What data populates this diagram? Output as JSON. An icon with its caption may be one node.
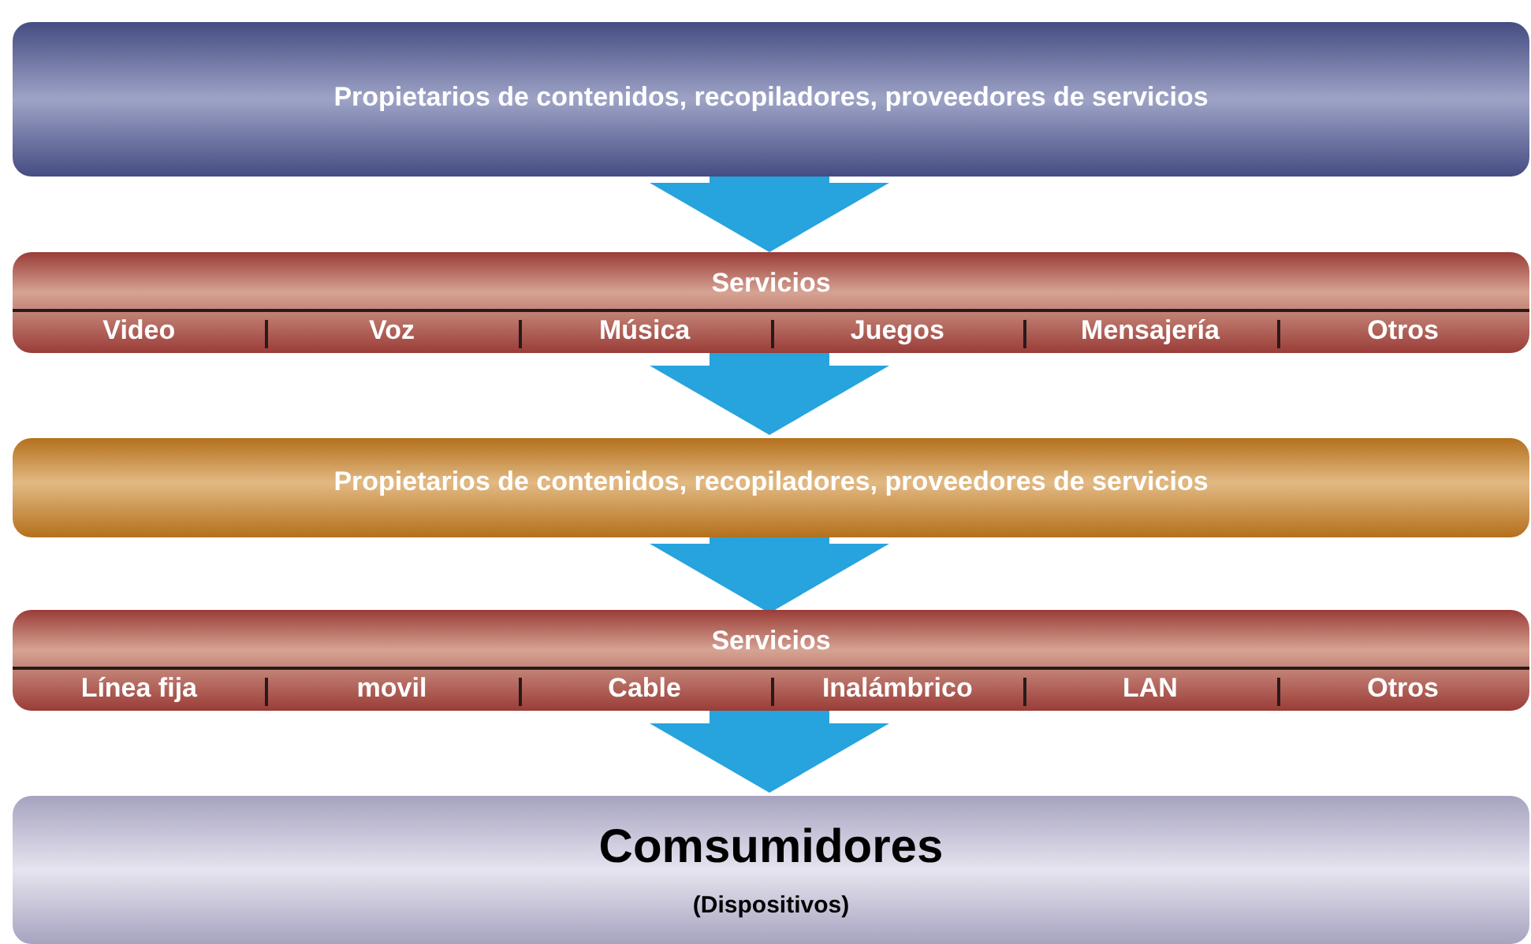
{
  "diagram": {
    "nodes": [
      {
        "text": [
          "Propietarios de contenidos, recopiladores, proveedores de servicios"
        ]
      },
      {
        "text": [
          "Servicios"
        ]
      },
      {
        "text": [
          "Video"
        ],
        "in": 1
      },
      {
        "text": [
          "Voz"
        ],
        "in": 1
      },
      {
        "text": [
          "Música"
        ],
        "in": 1
      },
      {
        "text": [
          "Juegos"
        ],
        "in": 1
      },
      {
        "text": [
          "Mensajería"
        ],
        "in": 1
      },
      {
        "text": [
          "Otros"
        ],
        "in": 1
      },
      {
        "text": [
          "Propietarios de contenidos, recopiladores, proveedores de servicios"
        ]
      },
      {
        "text": [
          "Servicios"
        ]
      },
      {
        "text": [
          "Línea fija"
        ],
        "in": 9
      },
      {
        "text": [
          "movil"
        ],
        "in": 9
      },
      {
        "text": [
          "Cable"
        ],
        "in": 9
      },
      {
        "text": [
          "Inalámbrico"
        ],
        "in": 9
      },
      {
        "text": [
          "LAN"
        ],
        "in": 9
      },
      {
        "text": [
          "Otros"
        ],
        "in": 9
      },
      {
        "text": [
          "Comsumidores",
          "(Dispositivos)"
        ]
      }
    ],
    "edges": [
      {
        "from": 0,
        "to": 1,
        "arrow": "to"
      },
      {
        "from": 1,
        "to": 8,
        "arrow": "to"
      },
      {
        "from": 8,
        "to": 9,
        "arrow": "to"
      },
      {
        "from": 9,
        "to": 16,
        "arrow": "to"
      }
    ]
  }
}
